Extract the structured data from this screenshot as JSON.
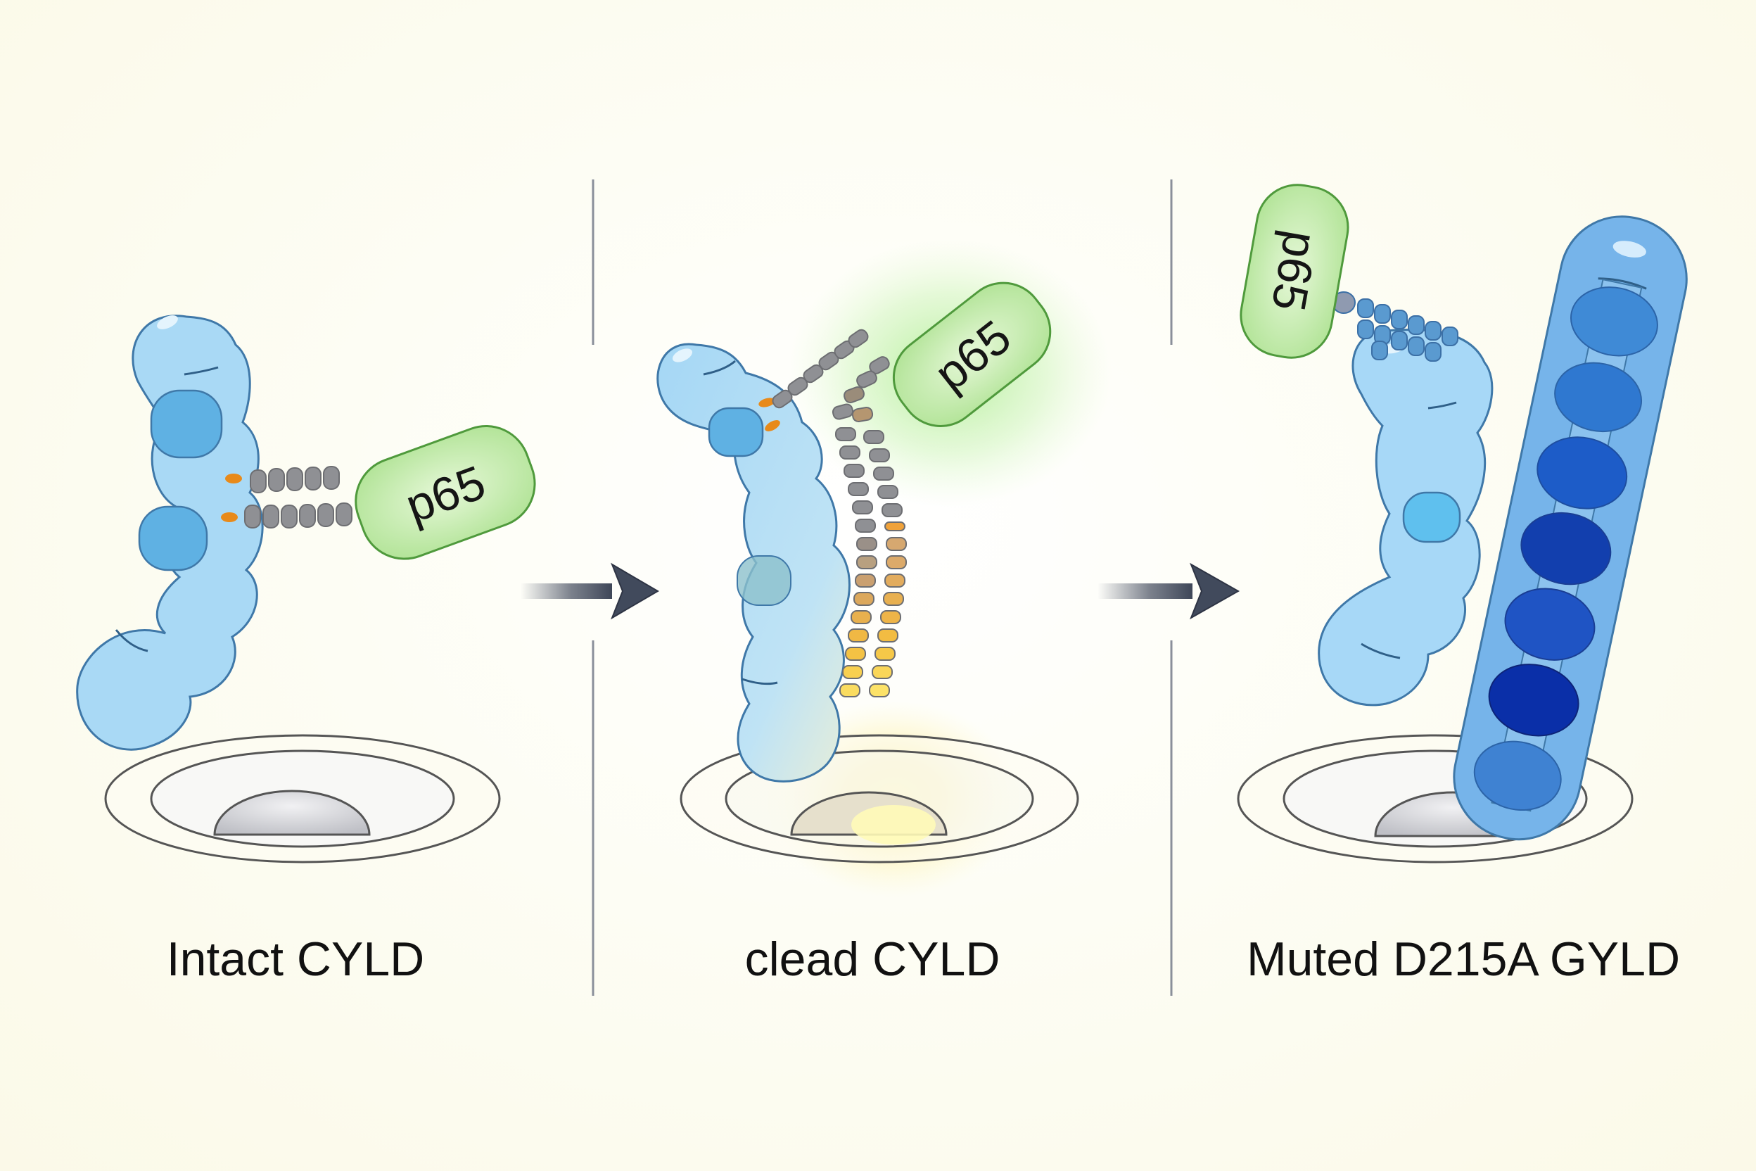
{
  "figure": {
    "type": "three-panel schematic",
    "panels": [
      {
        "id": "intact",
        "caption": "Intact CYLD",
        "protein_label": "p65",
        "state": "p65 bound via two short linker chains to CYLD; well empty"
      },
      {
        "id": "cleaved",
        "caption": "clead CYLD",
        "protein_label": "p65",
        "state": "p65 glowing; chains extend down into glowing well"
      },
      {
        "id": "mutant",
        "caption": "Muted D215A GYLD",
        "protein_label": "p65",
        "state": "dark blue segmented column inserted into well; p65 bound to CYLD"
      }
    ],
    "arrows": [
      {
        "from": "intact",
        "to": "cleaved",
        "icon": "right-arrow-icon"
      },
      {
        "from": "cleaved",
        "to": "mutant",
        "icon": "right-arrow-icon"
      }
    ],
    "colors": {
      "background": "#fdfcf0",
      "cyld_fill": "#a9d9f5",
      "cyld_stroke": "#3f78a8",
      "cyld_core": "#5fb1e3",
      "p65_fill": "#b9eaa0",
      "p65_stroke": "#4f9a3c",
      "p65_glow": "#9be87a",
      "chain_grey": "#8f9094",
      "chain_orange": "#f0a23a",
      "anchor_orange": "#e88a1a",
      "mutant_outer": "#76b4ea",
      "mutant_dark": "#0a2fa8",
      "arrow": "#444c5e",
      "divider": "#8a8f9a",
      "well_stroke": "#555555",
      "well_fill": "#d4d4d8"
    }
  }
}
